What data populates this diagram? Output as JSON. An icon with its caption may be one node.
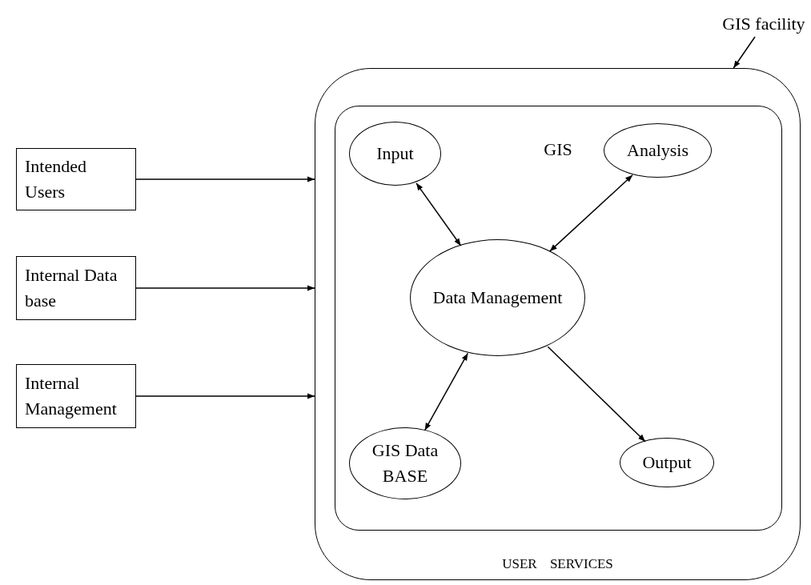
{
  "diagram": {
    "nodes": [
      {
        "text": [
          "GIS facility"
        ]
      },
      {
        "text": [
          "USER SERVICES"
        ]
      },
      {
        "text": [
          "GIS"
        ],
        "in": 1
      },
      {
        "text": [
          "Input"
        ],
        "in": 2
      },
      {
        "text": [
          "Analysis"
        ],
        "in": 2
      },
      {
        "text": [
          "Data Management"
        ],
        "in": 2
      },
      {
        "text": [
          "GIS Data BASE"
        ],
        "in": 2
      },
      {
        "text": [
          "Output"
        ],
        "in": 2
      },
      {
        "text": [
          "Intended Users"
        ]
      },
      {
        "text": [
          "Internal Data base"
        ]
      },
      {
        "text": [
          "Internal Management"
        ]
      }
    ],
    "edges": [
      {
        "from": 0,
        "to": 1,
        "arrow": "to"
      },
      {
        "from": 3,
        "to": 5,
        "arrow": "both"
      },
      {
        "from": 4,
        "to": 5,
        "arrow": "both"
      },
      {
        "from": 5,
        "to": 6,
        "arrow": "both"
      },
      {
        "from": 5,
        "to": 7,
        "arrow": "to"
      },
      {
        "from": 8,
        "to": 1,
        "arrow": "to"
      },
      {
        "from": 9,
        "to": 1,
        "arrow": "to"
      },
      {
        "from": 10,
        "to": 1,
        "arrow": "to"
      }
    ]
  }
}
